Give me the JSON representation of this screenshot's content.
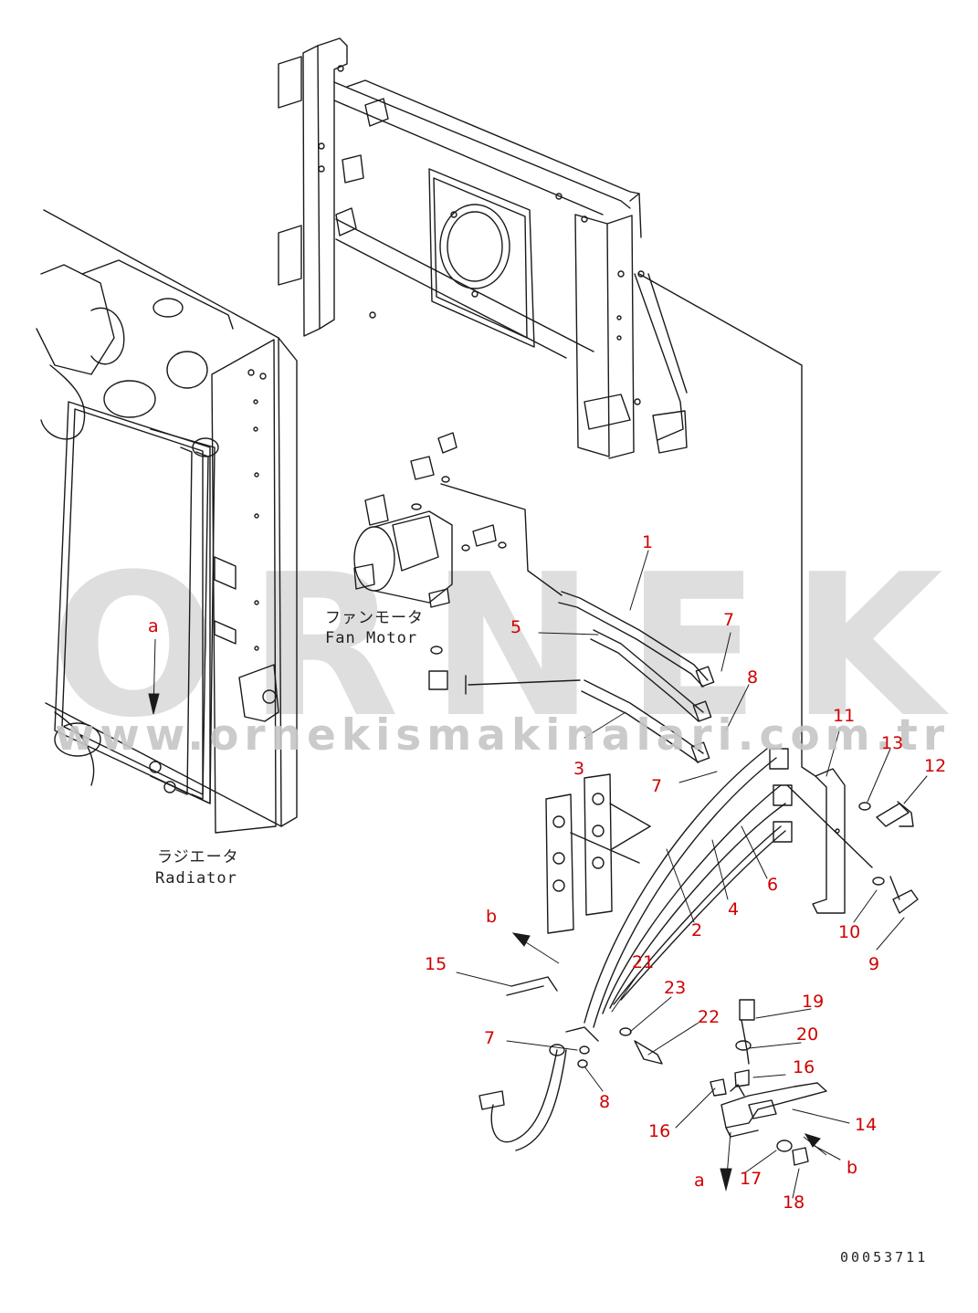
{
  "watermark": {
    "logo_text": "ORNEK",
    "url_text": "www.ornekismakinalari.com.tr"
  },
  "captions": {
    "fan_motor_jp": "ファンモータ",
    "fan_motor_en": "Fan Motor",
    "radiator_jp": "ラジエータ",
    "radiator_en": "Radiator"
  },
  "callouts": {
    "c1": "1",
    "c2": "2",
    "c3": "3",
    "c4": "4",
    "c5": "5",
    "c6": "6",
    "c7a": "7",
    "c7b": "7",
    "c7c": "7",
    "c8a": "8",
    "c8b": "8",
    "c9": "9",
    "c10": "10",
    "c11": "11",
    "c12": "12",
    "c13": "13",
    "c14": "14",
    "c15": "15",
    "c16a": "16",
    "c16b": "16",
    "c17": "17",
    "c18": "18",
    "c19": "19",
    "c20": "20",
    "c21": "21",
    "c22": "22",
    "c23": "23",
    "ca1": "a",
    "ca2": "a",
    "cb1": "b",
    "cb2": "b"
  },
  "drawing_number": "00053711",
  "colors": {
    "line": "#1a1a1a",
    "callout": "#d10000",
    "watermark": "#d4d4d4"
  }
}
